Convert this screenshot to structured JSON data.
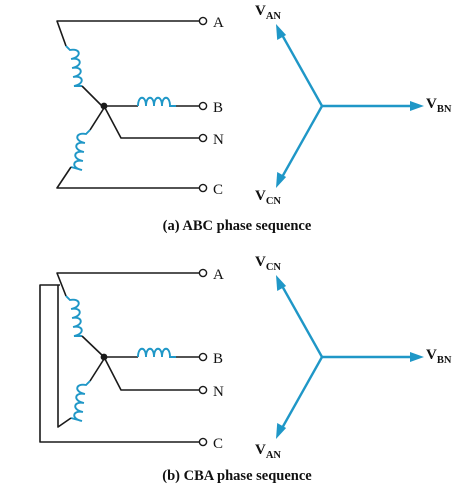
{
  "panel_a": {
    "caption": "(a) ABC phase sequence",
    "terminals": {
      "t1": "A",
      "t2": "B",
      "t3": "N",
      "t4": "C"
    },
    "phasors": {
      "up": {
        "main": "V",
        "sub": "AN"
      },
      "right": {
        "main": "V",
        "sub": "BN"
      },
      "down": {
        "main": "V",
        "sub": "CN"
      }
    }
  },
  "panel_b": {
    "caption": "(b) CBA phase sequence",
    "terminals": {
      "t1": "A",
      "t2": "B",
      "t3": "N",
      "t4": "C"
    },
    "phasors": {
      "up": {
        "main": "V",
        "sub": "CN"
      },
      "right": {
        "main": "V",
        "sub": "BN"
      },
      "down": {
        "main": "V",
        "sub": "AN"
      }
    }
  },
  "colors": {
    "coil_and_phasor": "#1f97c7",
    "wire": "#1a1a1a"
  }
}
